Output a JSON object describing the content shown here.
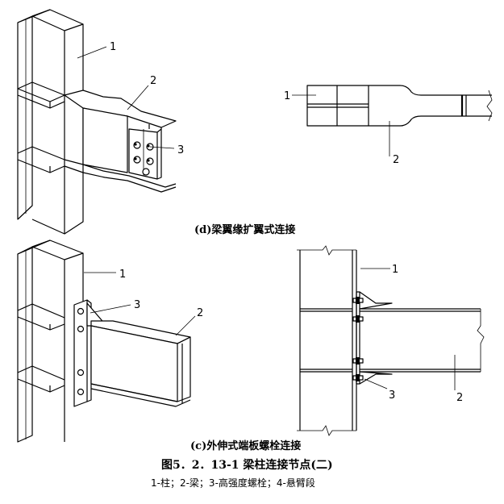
{
  "figure": {
    "title": "图5．2．13-1  梁柱连接节点(二)",
    "legend": "1-柱；2-梁；3-高强度螺栓；4-悬臂段"
  },
  "panel_d": {
    "caption": "(d)梁翼缘扩翼式连接",
    "iso_labels": [
      "1",
      "2",
      "3"
    ],
    "plan_labels": [
      "1",
      "2"
    ]
  },
  "panel_c": {
    "caption": "(c)外伸式端板螺栓连接",
    "iso_labels": [
      "1",
      "3",
      "2"
    ],
    "elev_labels": [
      "1",
      "3",
      "2"
    ]
  }
}
